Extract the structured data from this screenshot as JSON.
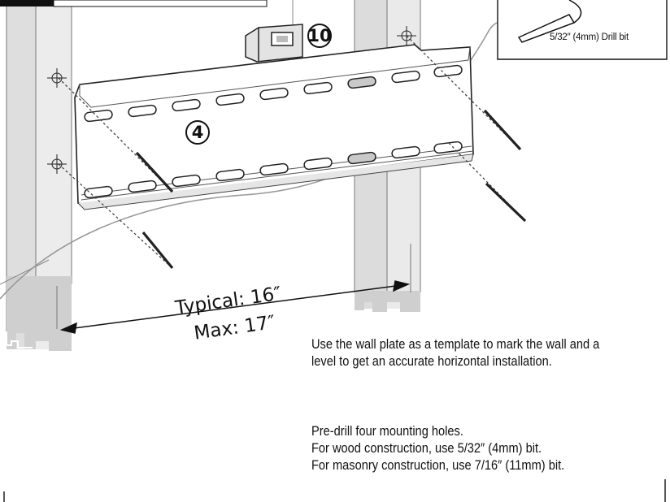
{
  "callouts": {
    "bracket_part": "10",
    "wall_plate_part": "4"
  },
  "dimensions": {
    "typical": "Typical: 16″",
    "max": "Max: 17″"
  },
  "drill_inset": {
    "caption": "5/32″ (4mm) Drill bit"
  },
  "instructions": {
    "paragraph_1": "Use the wall plate as a template to mark the wall and a level to get an accurate horizontal installation.",
    "paragraph_2": [
      "Pre-drill four mounting holes.",
      "For wood construction, use 5/32″ (4mm) bit.",
      "For masonry construction, use 7/16″ (11mm) bit."
    ]
  }
}
